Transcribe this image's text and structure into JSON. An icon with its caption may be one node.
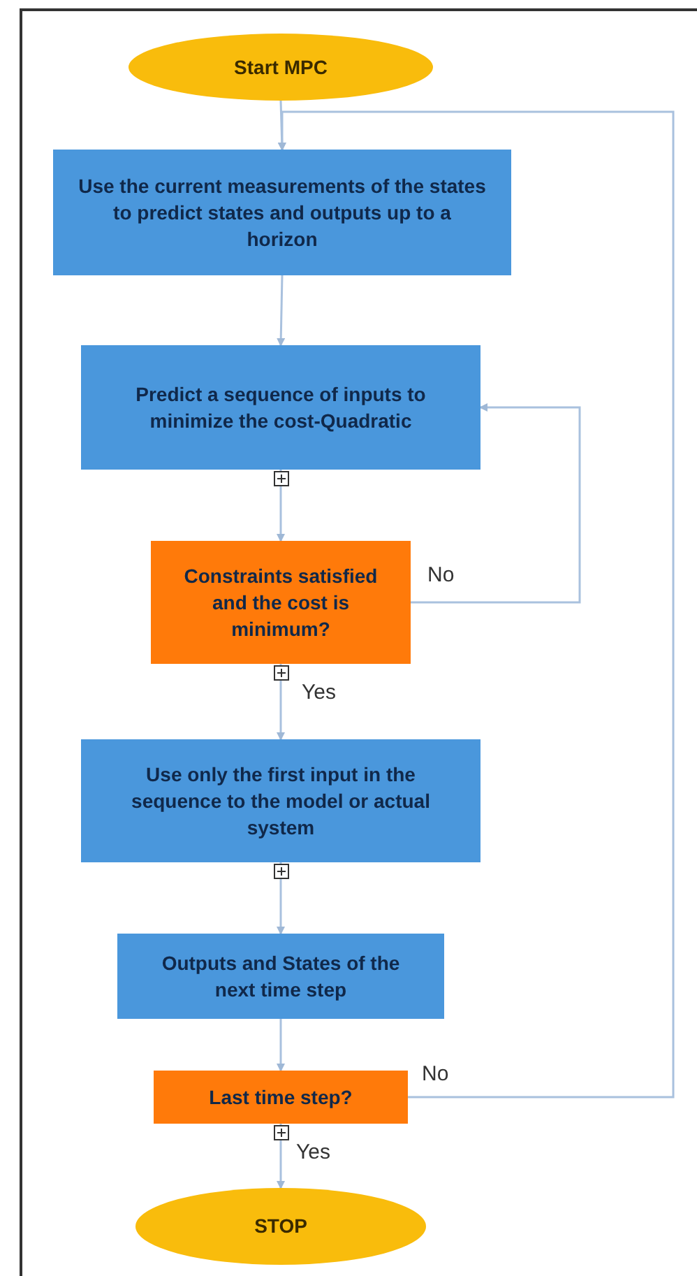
{
  "diagram": {
    "nodes": [
      {
        "text": [
          "Start MPC"
        ]
      },
      {
        "text": [
          "Use the current measurements of the states to predict states and outputs up to a horizon"
        ]
      },
      {
        "text": [
          "Predict a sequence of inputs to minimize the cost-Quadratic"
        ]
      },
      {
        "text": [
          "Constraints satisfied and the cost is minimum?"
        ]
      },
      {
        "text": [
          "Use only the first input in the sequence to the model or actual system"
        ]
      },
      {
        "text": [
          "Outputs and States of the next time step"
        ]
      },
      {
        "text": [
          "Last time step?"
        ]
      },
      {
        "text": [
          "STOP"
        ]
      }
    ],
    "edges": [
      {
        "from": 0,
        "to": 1,
        "arrow": "to"
      },
      {
        "from": 1,
        "to": 2,
        "arrow": "to"
      },
      {
        "from": 2,
        "to": 3,
        "arrow": "to"
      },
      {
        "from": 3,
        "to": 4,
        "arrow": "to",
        "label": "Yes"
      },
      {
        "from": 4,
        "to": 5,
        "arrow": "to"
      },
      {
        "from": 5,
        "to": 6,
        "arrow": "to"
      },
      {
        "from": 3,
        "to": 2,
        "arrow": "to",
        "label": "No"
      },
      {
        "from": 6,
        "to": 1,
        "arrow": "to",
        "label": "No"
      },
      {
        "from": 6,
        "to": 7,
        "arrow": "to",
        "label": "Yes"
      }
    ]
  }
}
